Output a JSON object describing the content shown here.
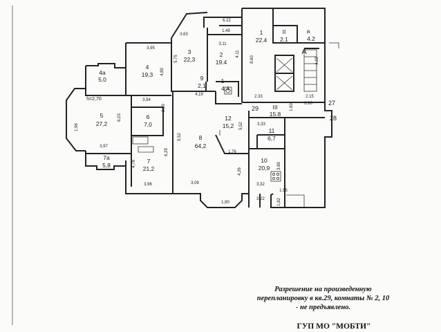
{
  "rooms": [
    {
      "id": "r1",
      "number": "1",
      "area": "22.4",
      "roman": true
    },
    {
      "id": "r2",
      "number": "II",
      "area": "2.1"
    },
    {
      "id": "r3",
      "number": "а",
      "area": "4.2"
    },
    {
      "id": "r4",
      "number": "3",
      "area": "22,3"
    },
    {
      "id": "r5",
      "number": "2",
      "area": "19.4"
    },
    {
      "id": "r6",
      "number": "4",
      "area": "19,3"
    },
    {
      "id": "r7",
      "number": "4а",
      "area": "5,0"
    },
    {
      "id": "r8",
      "number": "9",
      "area": "2,1"
    },
    {
      "id": "r9",
      "number": "1",
      "area": "4.4"
    },
    {
      "id": "r10",
      "number": "5",
      "area": "27,2"
    },
    {
      "id": "r11",
      "number": "6",
      "area": "7,0"
    },
    {
      "id": "r12",
      "number": "8",
      "area": "64,2"
    },
    {
      "id": "r13",
      "number": "12",
      "area": "15,2"
    },
    {
      "id": "r14",
      "number": "11",
      "area": "6,7"
    },
    {
      "id": "r15",
      "number": "III",
      "area": "15.8"
    },
    {
      "id": "r16",
      "number": "7",
      "area": "21,2"
    },
    {
      "id": "r17",
      "number": "7а",
      "area": "5,8"
    },
    {
      "id": "r18",
      "number": "10",
      "area": "20,9"
    }
  ],
  "dimensions": [
    "6.22",
    "3.63",
    "1.48",
    "3,95",
    "5.75",
    "3,11",
    "4.11",
    "8.60",
    "4.22",
    "4,89",
    "h=2,70",
    "3,94",
    "4,19",
    "2.89",
    "2.33",
    "2.15",
    "1.96",
    "6,03",
    "9,52",
    "5,52",
    "3,33",
    "1.60",
    "6.96",
    "3,97",
    "6,29",
    "4,78",
    "1,76",
    "4,26",
    "3.89",
    "3,96",
    "3,08",
    "3,32",
    "1.55",
    "3,22",
    "1,82",
    "1,90"
  ],
  "markers": {
    "A": "А",
    "n29": "29",
    "n27": "27",
    "n28": "28"
  },
  "note": {
    "line1": "Разрешение на произведенную",
    "line2": "перепланировку в кв.29, комнаты № 2, 10",
    "line3": "- не предъявлено."
  },
  "stamp": "ГУП МО \"МОБТИ\""
}
